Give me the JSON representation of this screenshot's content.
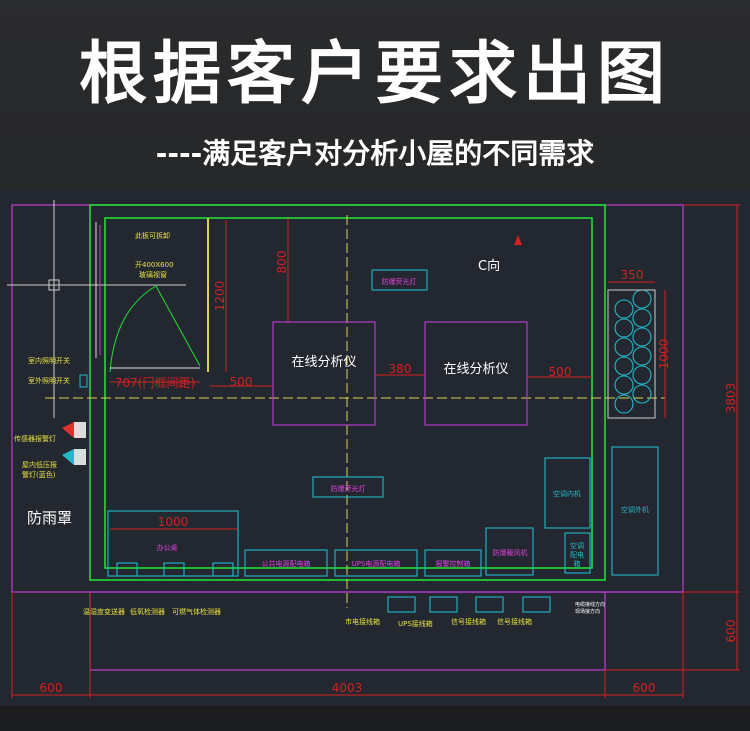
{
  "header": {
    "title": "根据客户要求出图",
    "subtitle": "----满足客户对分析小屋的不同需求"
  },
  "colors": {
    "wall": "#22dd33",
    "outline": "#b03cc8",
    "dimension": "#d42020",
    "equipment": "#22b8c8",
    "label_magenta": "#e040e0",
    "label_yellow": "#e8e040",
    "background": "#232830"
  },
  "drawing": {
    "view_label": "C向",
    "rain_cover": "防雨罩",
    "analyzers": [
      "在线分析仪",
      "在线分析仪"
    ],
    "lights": [
      "防爆荧光灯",
      "防爆荧光灯"
    ],
    "door_notes": {
      "removable_panel": "此板可拆卸",
      "window_line1": "开400X600",
      "window_line2": "玻璃视窗"
    },
    "left_labels": [
      "室内照明开关",
      "室外照明开关",
      "传感器报警灯",
      "屋内低压报",
      "警灯(蓝色)"
    ],
    "desk": {
      "label": "办公桌",
      "width": "1000"
    },
    "cabinets": [
      "公共电源配电箱",
      "UPS电源配电箱",
      "报警控制箱",
      "防爆暖风机"
    ],
    "ac": {
      "indoor": "空调内机",
      "outdoor": "空调外机",
      "power_line1": "空调",
      "power_line2": "配电",
      "power_line3": "箱"
    },
    "detectors": [
      "温湿度变送器",
      "低氧检测器",
      "可燃气体检测器"
    ],
    "junction_boxes": [
      "市电接线箱",
      "UPS接线箱",
      "信号接线箱",
      "信号接线箱"
    ],
    "cable_note_line1": "电缆接线方向",
    "cable_note_line2": "现场接方向",
    "dimensions": {
      "d800": "800",
      "d1200": "1200",
      "door_gap": "707(门框间距)",
      "d500_left": "500",
      "d380": "380",
      "d500_right": "500",
      "d350": "350",
      "d1000_rack": "1000",
      "total_height": "3803",
      "bottom_600": "600",
      "left_600": "600",
      "total_width": "4003",
      "right_600": "600"
    }
  }
}
